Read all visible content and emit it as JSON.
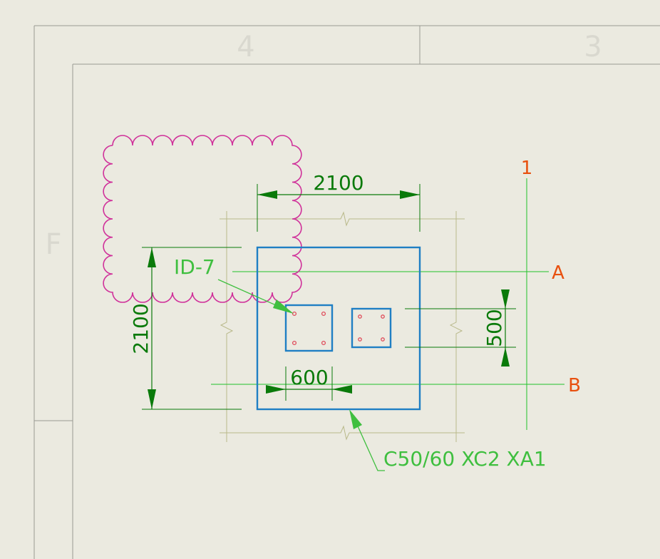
{
  "drawing_frame": {
    "column_zones": [
      "4",
      "3"
    ],
    "row_zones": [
      "F"
    ]
  },
  "grid": {
    "vertical": [
      "1"
    ],
    "horizontal": [
      "A",
      "B"
    ]
  },
  "dimensions": {
    "footing_width": "2100",
    "footing_height": "2100",
    "column_width": "600",
    "column_depth": "500"
  },
  "annotations": {
    "id_tag": "ID-7",
    "concrete_spec": "C50/60 XC2 XA1"
  },
  "colors": {
    "background": "#ebeae0",
    "grid": "#22c22a",
    "grid_labels": "#e8500f",
    "dimensions": "#0a7a0a",
    "footing": "#1f7fc4",
    "rebar": "#e04b5a",
    "revision_cloud": "#d0309a",
    "notes": "#3fbf3f"
  }
}
